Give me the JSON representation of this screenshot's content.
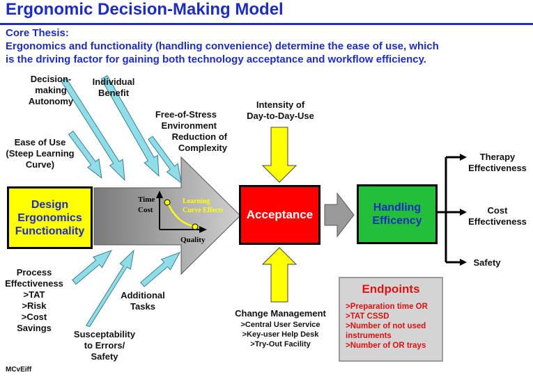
{
  "title": "Ergonomic Decision-Making Model",
  "thesis": {
    "heading": "Core Thesis:",
    "line1": "Ergonomics and functionality (handling convenience) determine the ease of use, which",
    "line2": "is the driving factor for gaining both technology acceptance and workflow efficiency."
  },
  "inputs_top": {
    "decision_autonomy": "Decision-\nmaking\nAutonomy",
    "individual_benefit": "Individual\nBenefit",
    "stress_free": "Free-of-Stress\nEnvironment",
    "complexity": "Reduction of\nComplexity",
    "ease_of_use": "Ease of Use\n(Steep Learning\nCurve)"
  },
  "inputs_bottom": {
    "process": "Process\nEffectiveness\n>TAT\n>Risk\n>Cost\nSavings",
    "errors": "Susceptability\nto Errors/\nSafety",
    "tasks": "Additional\nTasks"
  },
  "boxes": {
    "design": "Design\nErgonomics\nFunctionality",
    "acceptance": "Acceptance",
    "handling": "Handling\nEfficency"
  },
  "learning_curve": {
    "y_label_1": "Time",
    "y_label_2": "Cost",
    "x_label": "Quality",
    "effects_1": "Learning",
    "effects_2": "Curve Effects"
  },
  "intensity": "Intensity of\nDay-to-Day-Use",
  "change": {
    "title": "Change Management",
    "items": ">Central User Service\n>Key-user Help Desk\n>Try-Out Facility"
  },
  "outcomes": {
    "therapy": "Therapy\nEffectiveness",
    "cost": "Cost\nEffectiveness",
    "safety": "Safety"
  },
  "endpoints": {
    "title": "Endpoints",
    "items": [
      ">Preparation time OR",
      ">TAT CSSD",
      ">Number of not used\n  instruments",
      ">Number of OR trays"
    ]
  },
  "credit": "MCvEiff",
  "colors": {
    "title_blue": "#1c2dbf",
    "arrow_cyan": "#8fdde8",
    "yellow": "#ffff00",
    "red": "#ff0000",
    "green": "#22c03a",
    "endpoint_red": "#e01010"
  }
}
